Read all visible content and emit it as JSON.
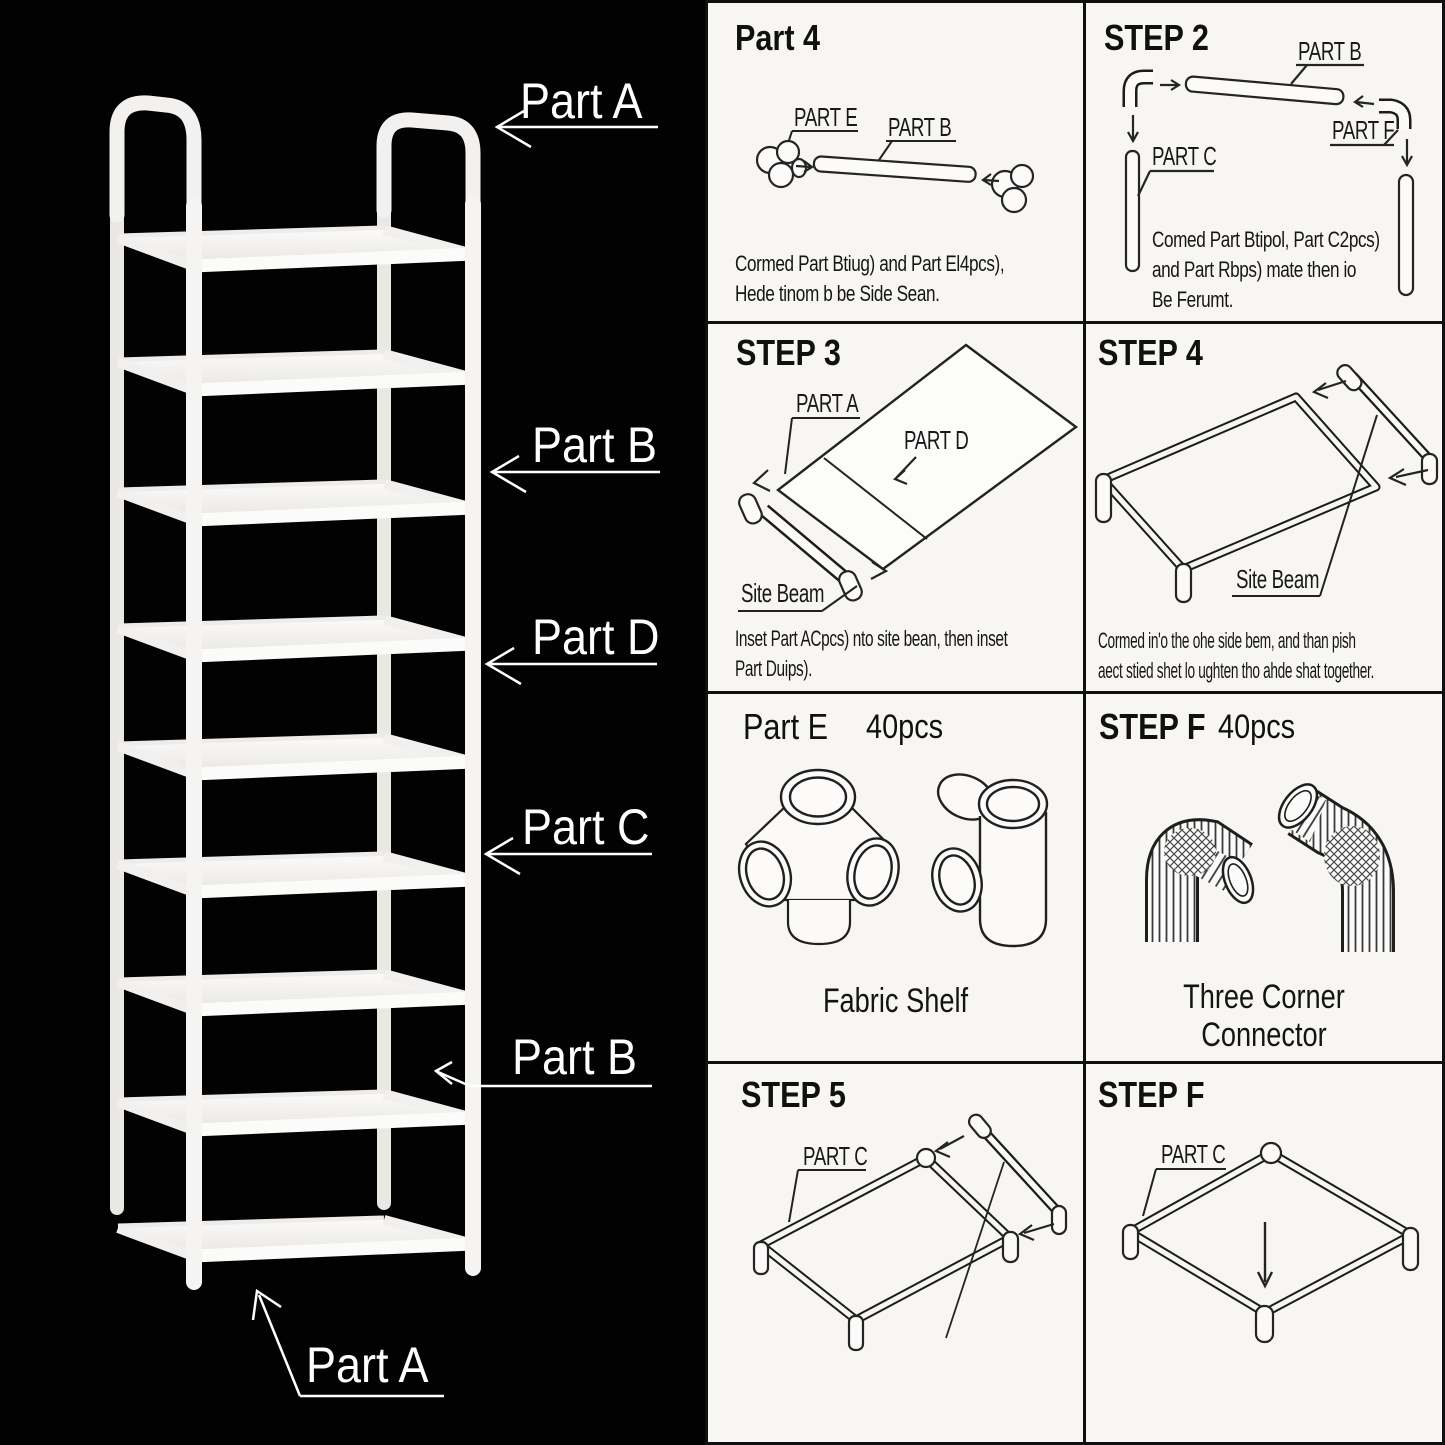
{
  "colors": {
    "left_background": "#000000",
    "panel_background": "#f7f6f3",
    "line_ink": "#1e1e1e",
    "left_label_text": "#ffffff"
  },
  "left_panel": {
    "labels": [
      "Part A",
      "Part B",
      "Part D",
      "Part C",
      "Part B",
      "Part A"
    ]
  },
  "grid": {
    "cells": [
      {
        "title": "Part 4",
        "labels": {
          "e": "PART E",
          "b": "PART B"
        },
        "caption": [
          "Cormed Part Btiug) and Part El4pcs),",
          "Hede tinom b be Side Sean."
        ]
      },
      {
        "title": "STEP 2",
        "labels": {
          "b": "PART B",
          "f": "PART F",
          "c": "PART C"
        },
        "caption": [
          "Comed Part Btipol, Part C2pcs)",
          "and Part Rbps) mate then io",
          "Be Ferumt."
        ]
      },
      {
        "title": "STEP 3",
        "labels": {
          "a": "PART A",
          "d": "PART D",
          "side": "Site Beam"
        },
        "caption": [
          "Inset Part ACpcs) nto site bean, then inset",
          "Part Duips)."
        ]
      },
      {
        "title": "STEP 4",
        "labels": {
          "side": "Site Beam"
        },
        "caption": [
          "Cormed in'o the ohe side bem, and than pish",
          "aect stied shet lo ughten tho ahde shat together."
        ]
      },
      {
        "title": "Part E",
        "count": "40pcs",
        "name": "Fabric Shelf"
      },
      {
        "title": "STEP F",
        "count": "40pcs",
        "name": [
          "Three Corner",
          "Connector"
        ]
      },
      {
        "title": "STEP 5",
        "labels": {
          "c": "PART C"
        }
      },
      {
        "title": "STEP F",
        "labels": {
          "c": "PART C"
        }
      }
    ]
  }
}
